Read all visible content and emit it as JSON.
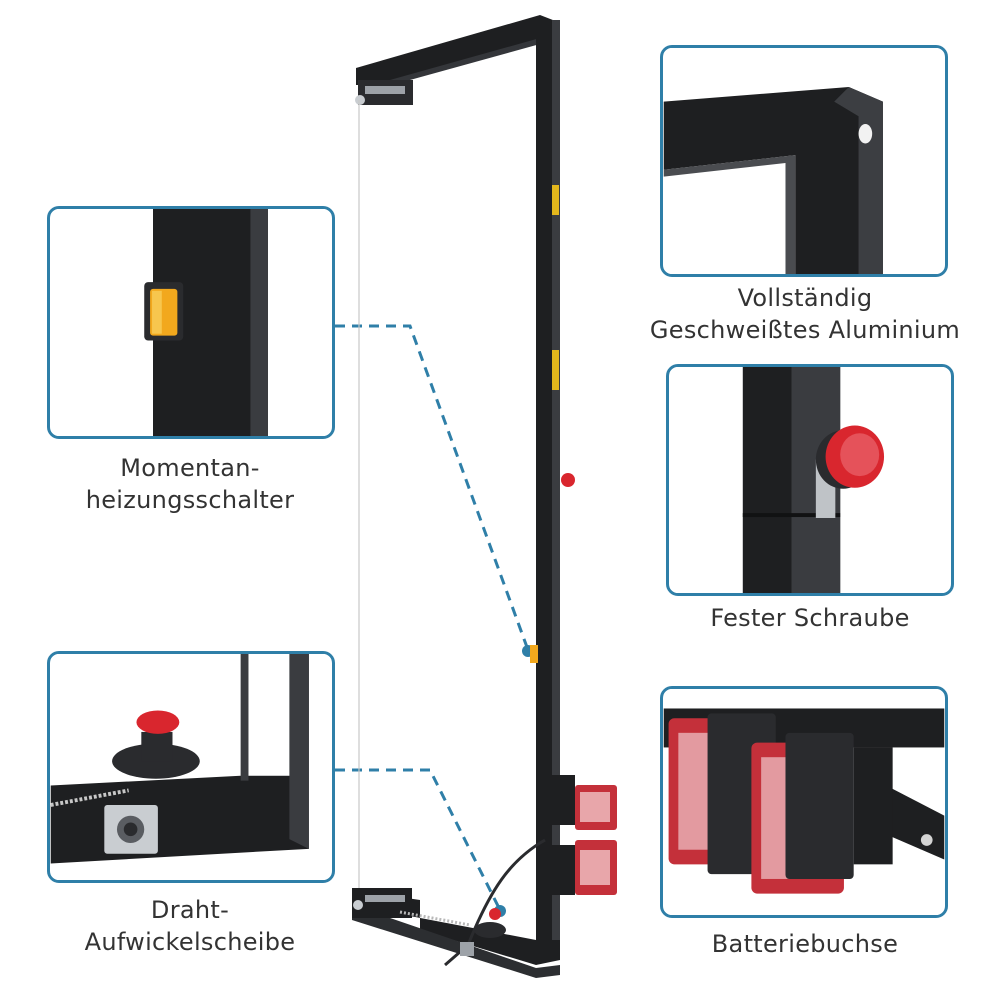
{
  "captions": {
    "switch": {
      "line1": "Momentan-",
      "line2": "heizungsschalter"
    },
    "aluminium": {
      "line1": "Vollständig",
      "line2": "Geschweißtes Aluminium"
    },
    "screw": {
      "line1": "Fester Schraube"
    },
    "winder": {
      "line1": "Draht-",
      "line2": "Aufwickelscheibe"
    },
    "battery": {
      "line1": "Batteriebuchse"
    }
  },
  "colors": {
    "accent": "#2f7fa8",
    "frame": "#1e1f21",
    "switch_amber": "#f2a81d",
    "knob_red": "#d9262e",
    "battery_red": "#c4303a"
  },
  "icons": [
    "cutter-frame",
    "amber-switch",
    "red-knob",
    "winding-disc",
    "battery-pack"
  ]
}
